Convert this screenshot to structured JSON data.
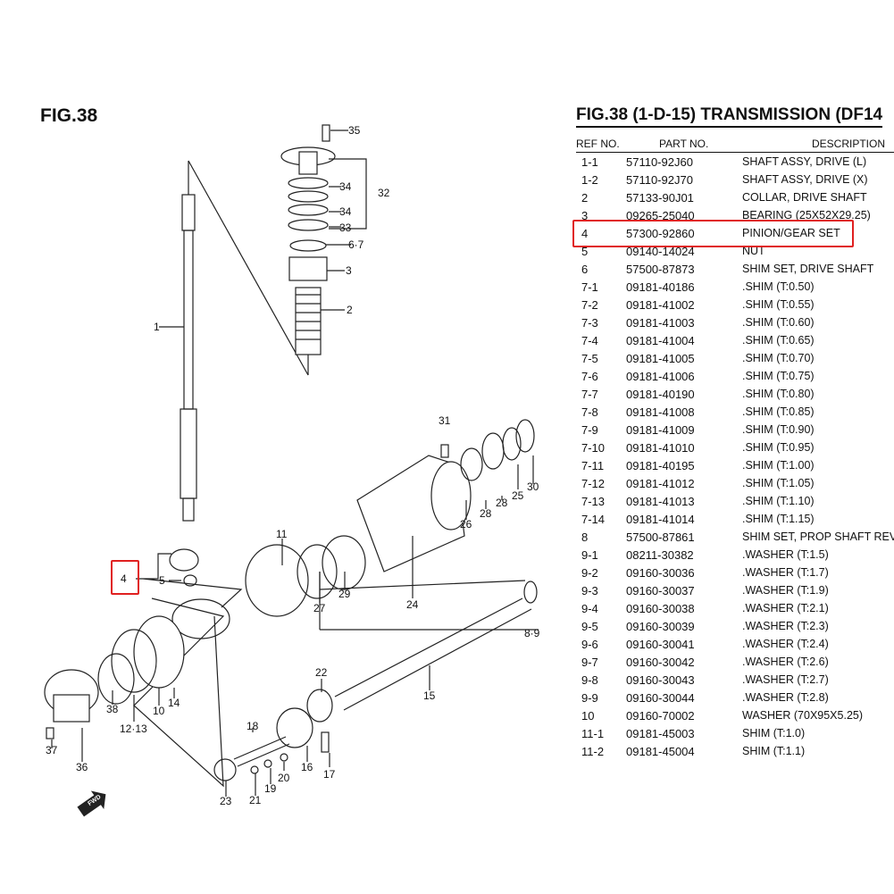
{
  "figure_title": "FIG.38",
  "table": {
    "title": "FIG.38 (1-D-15) TRANSMISSION (DF14",
    "headers": {
      "ref": "REF NO.",
      "part": "PART NO.",
      "desc": "DESCRIPTION"
    },
    "highlight_color": "#e02020",
    "highlighted_ref": "4",
    "rows": [
      {
        "ref": "1-1",
        "part": "57110-92J60",
        "desc": "SHAFT ASSY, DRIVE (L)"
      },
      {
        "ref": "1-2",
        "part": "57110-92J70",
        "desc": "SHAFT ASSY, DRIVE (X)"
      },
      {
        "ref": "2",
        "part": "57133-90J01",
        "desc": "COLLAR, DRIVE SHAFT"
      },
      {
        "ref": "3",
        "part": "09265-25040",
        "desc": "BEARING (25X52X29.25)"
      },
      {
        "ref": "4",
        "part": "57300-92860",
        "desc": "PINION/GEAR SET"
      },
      {
        "ref": "5",
        "part": "09140-14024",
        "desc": "NUT"
      },
      {
        "ref": "6",
        "part": "57500-87873",
        "desc": "SHIM SET, DRIVE SHAFT"
      },
      {
        "ref": "7-1",
        "part": "09181-40186",
        "desc": ".SHIM (T:0.50)"
      },
      {
        "ref": "7-2",
        "part": "09181-41002",
        "desc": ".SHIM (T:0.55)"
      },
      {
        "ref": "7-3",
        "part": "09181-41003",
        "desc": ".SHIM (T:0.60)"
      },
      {
        "ref": "7-4",
        "part": "09181-41004",
        "desc": ".SHIM (T:0.65)"
      },
      {
        "ref": "7-5",
        "part": "09181-41005",
        "desc": ".SHIM (T:0.70)"
      },
      {
        "ref": "7-6",
        "part": "09181-41006",
        "desc": ".SHIM (T:0.75)"
      },
      {
        "ref": "7-7",
        "part": "09181-40190",
        "desc": ".SHIM (T:0.80)"
      },
      {
        "ref": "7-8",
        "part": "09181-41008",
        "desc": ".SHIM (T:0.85)"
      },
      {
        "ref": "7-9",
        "part": "09181-41009",
        "desc": ".SHIM (T:0.90)"
      },
      {
        "ref": "7-10",
        "part": "09181-41010",
        "desc": ".SHIM (T:0.95)"
      },
      {
        "ref": "7-11",
        "part": "09181-40195",
        "desc": ".SHIM (T:1.00)"
      },
      {
        "ref": "7-12",
        "part": "09181-41012",
        "desc": ".SHIM (T:1.05)"
      },
      {
        "ref": "7-13",
        "part": "09181-41013",
        "desc": ".SHIM (T:1.10)"
      },
      {
        "ref": "7-14",
        "part": "09181-41014",
        "desc": ".SHIM (T:1.15)"
      },
      {
        "ref": "8",
        "part": "57500-87861",
        "desc": "SHIM SET, PROP SHAFT REV"
      },
      {
        "ref": "9-1",
        "part": "08211-30382",
        "desc": ".WASHER (T:1.5)"
      },
      {
        "ref": "9-2",
        "part": "09160-30036",
        "desc": ".WASHER (T:1.7)"
      },
      {
        "ref": "9-3",
        "part": "09160-30037",
        "desc": ".WASHER (T:1.9)"
      },
      {
        "ref": "9-4",
        "part": "09160-30038",
        "desc": ".WASHER (T:2.1)"
      },
      {
        "ref": "9-5",
        "part": "09160-30039",
        "desc": ".WASHER (T:2.3)"
      },
      {
        "ref": "9-6",
        "part": "09160-30041",
        "desc": ".WASHER (T:2.4)"
      },
      {
        "ref": "9-7",
        "part": "09160-30042",
        "desc": ".WASHER (T:2.6)"
      },
      {
        "ref": "9-8",
        "part": "09160-30043",
        "desc": ".WASHER (T:2.7)"
      },
      {
        "ref": "9-9",
        "part": "09160-30044",
        "desc": ".WASHER (T:2.8)"
      },
      {
        "ref": "10",
        "part": "09160-70002",
        "desc": "WASHER (70X95X5.25)"
      },
      {
        "ref": "11-1",
        "part": "09181-45003",
        "desc": "SHIM (T:1.0)"
      },
      {
        "ref": "11-2",
        "part": "09181-45004",
        "desc": "SHIM (T:1.1)"
      }
    ]
  },
  "diagram": {
    "callouts": [
      "35",
      "32",
      "34",
      "34",
      "33",
      "6·7",
      "3",
      "2",
      "1",
      "31",
      "30",
      "25",
      "28",
      "28",
      "26",
      "11",
      "29",
      "27",
      "24",
      "8·9",
      "4",
      "5",
      "22",
      "15",
      "18",
      "16",
      "17",
      "20",
      "19",
      "21",
      "23",
      "14",
      "10",
      "12·13",
      "38",
      "37",
      "36"
    ],
    "fwd_label": "FWD"
  }
}
